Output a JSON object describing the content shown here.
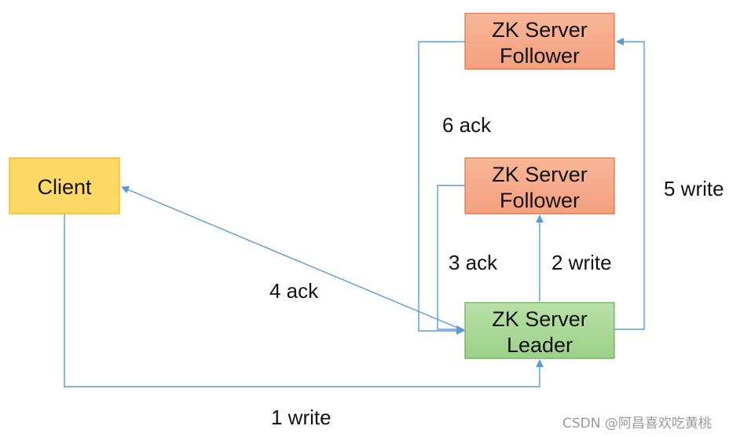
{
  "colors": {
    "edge": "#5b9bd5",
    "client_fill": "#ffd966",
    "client_stroke": "#f0b400",
    "follower_fill": "#f4a07f",
    "follower_stroke": "#e07040",
    "leader_fill": "#9dd08a",
    "leader_stroke": "#6aaa55"
  },
  "nodes": {
    "client": {
      "label": "Client"
    },
    "follower_top": {
      "line1": "ZK Server",
      "line2": "Follower"
    },
    "follower_middle": {
      "line1": "ZK Server",
      "line2": "Follower"
    },
    "leader": {
      "line1": "ZK Server",
      "line2": "Leader"
    }
  },
  "edges": {
    "write_1": "1 write",
    "write_2": "2 write",
    "ack_3": "3 ack",
    "ack_4": "4 ack",
    "write_5": "5 write",
    "ack_6": "6 ack"
  },
  "watermark": "CSDN @阿昌喜欢吃黄桃"
}
